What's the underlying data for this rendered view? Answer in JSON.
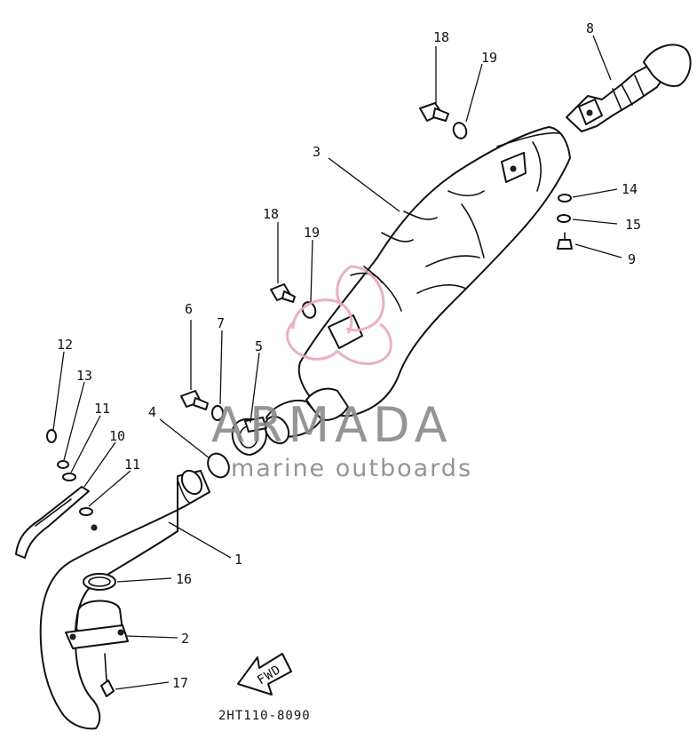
{
  "diagram": {
    "drawing_code": "2HT110-8090",
    "fwd_label": "FWD",
    "callouts": [
      {
        "id": "c-18a",
        "label": "18"
      },
      {
        "id": "c-19a",
        "label": "19"
      },
      {
        "id": "c-8",
        "label": "8"
      },
      {
        "id": "c-3",
        "label": "3"
      },
      {
        "id": "c-14",
        "label": "14"
      },
      {
        "id": "c-15",
        "label": "15"
      },
      {
        "id": "c-9",
        "label": "9"
      },
      {
        "id": "c-18b",
        "label": "18"
      },
      {
        "id": "c-19b",
        "label": "19"
      },
      {
        "id": "c-6",
        "label": "6"
      },
      {
        "id": "c-7",
        "label": "7"
      },
      {
        "id": "c-5",
        "label": "5"
      },
      {
        "id": "c-4",
        "label": "4"
      },
      {
        "id": "c-12",
        "label": "12"
      },
      {
        "id": "c-13",
        "label": "13"
      },
      {
        "id": "c-11a",
        "label": "11"
      },
      {
        "id": "c-10",
        "label": "10"
      },
      {
        "id": "c-11b",
        "label": "11"
      },
      {
        "id": "c-1",
        "label": "1"
      },
      {
        "id": "c-16",
        "label": "16"
      },
      {
        "id": "c-2",
        "label": "2"
      },
      {
        "id": "c-17",
        "label": "17"
      }
    ]
  },
  "watermark": {
    "title": "ARMADA",
    "subtitle": "marine outboards",
    "text_color": "#8a8a8a",
    "logo_color": "#e8a6c6"
  }
}
